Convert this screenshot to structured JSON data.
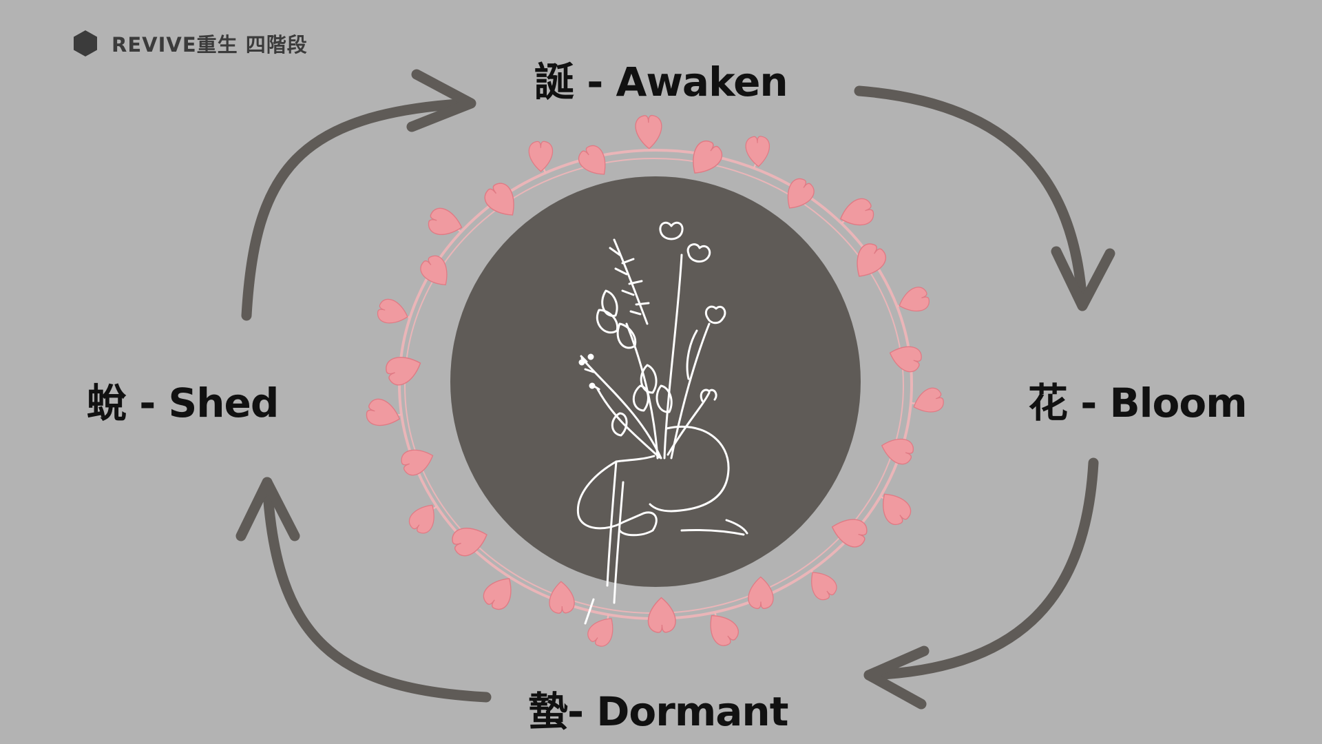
{
  "brand": {
    "title": "REVIVE重生 四階段",
    "icon": "hexagon-icon"
  },
  "stages": [
    {
      "id": "awaken",
      "label": "誕 - Awaken"
    },
    {
      "id": "bloom",
      "label": "花 - Bloom"
    },
    {
      "id": "dormant",
      "label": "蟄- Dormant"
    },
    {
      "id": "shed",
      "label": "蛻 - Shed"
    }
  ],
  "colors": {
    "background": "#b3b3b3",
    "arrow": "#5f5b57",
    "circle": "#5f5b57",
    "heart": "#f09aa0",
    "line_art": "#ffffff",
    "text": "#111111"
  },
  "illustration": {
    "center": "flower-woman-line-art",
    "wreath": "pink-heart-wreath"
  }
}
